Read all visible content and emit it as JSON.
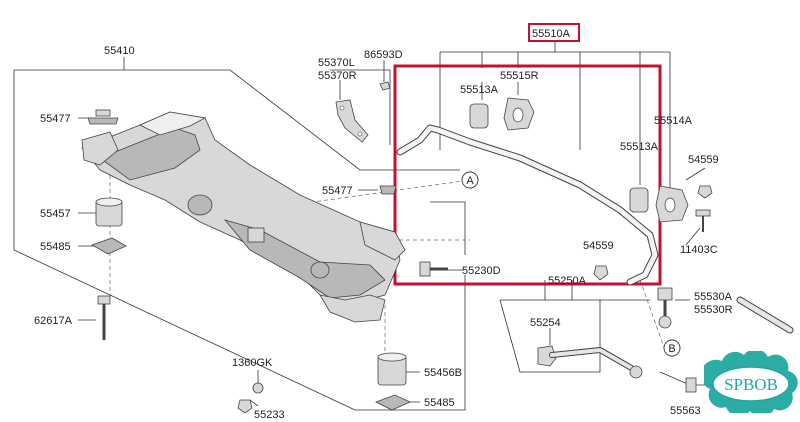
{
  "callouts": {
    "55410": "55410",
    "55477_a": "55477",
    "55457": "55457",
    "55485_a": "55485",
    "62617A": "62617A",
    "55370L": "55370L",
    "55370R": "55370R",
    "86593D": "86593D",
    "55510A": "55510A",
    "55515R": "55515R",
    "55513A_a": "55513A",
    "55514A": "55514A",
    "55513A_b": "55513A",
    "54559_a": "54559",
    "55477_b": "55477",
    "11403C": "11403C",
    "54559_b": "54559",
    "55230D": "55230D",
    "55250A": "55250A",
    "55530A": "55530A",
    "55530R": "55530R",
    "55254": "55254",
    "1360GK": "1360GK",
    "55456B": "55456B",
    "55485_b": "55485",
    "55233": "55233",
    "55563": "55563"
  },
  "ref_markers": {
    "a": "A",
    "b": "B"
  },
  "watermark": {
    "text": "SPBOB"
  },
  "colors": {
    "highlight": "#c8102e",
    "watermark": "#20a8a0",
    "line": "#333333"
  }
}
